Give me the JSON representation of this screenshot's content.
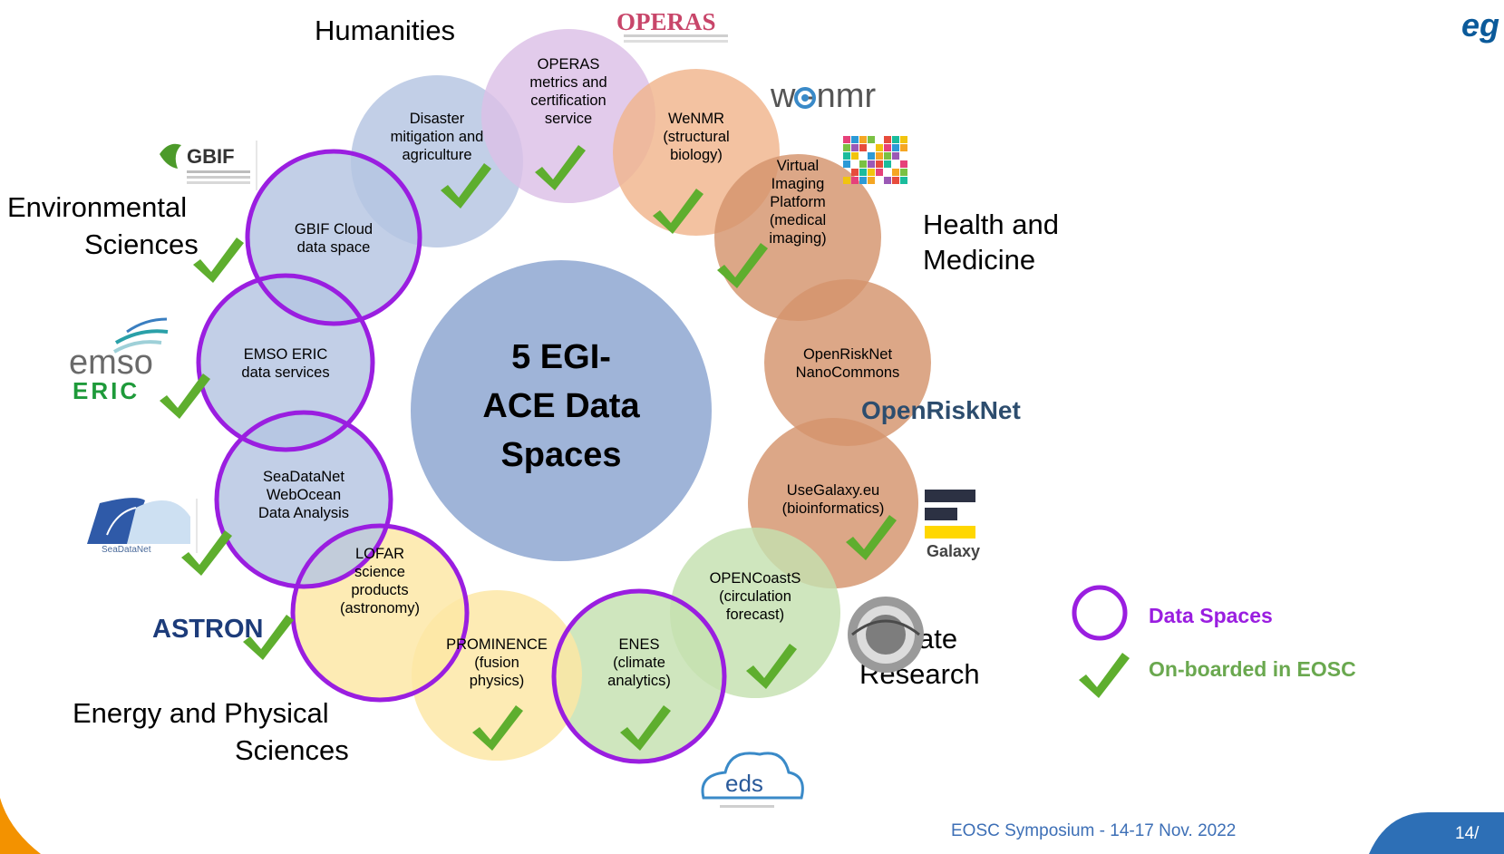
{
  "center": {
    "lines": [
      "5 EGI-",
      "ACE Data",
      "Spaces"
    ]
  },
  "services": [
    {
      "id": "disaster",
      "lines": [
        "Disaster",
        "mitigation and",
        "agriculture"
      ],
      "color": "#b4c4e2",
      "data_space": false
    },
    {
      "id": "operas",
      "lines": [
        "OPERAS",
        "metrics and",
        "certification",
        "service"
      ],
      "color": "#dcc0e6",
      "data_space": false
    },
    {
      "id": "wenmr",
      "lines": [
        "WeNMR",
        "(structural",
        "biology)"
      ],
      "color": "#f0b48c",
      "data_space": false
    },
    {
      "id": "vip",
      "lines": [
        "Virtual",
        "Imaging",
        "Platform",
        "(medical",
        "imaging)"
      ],
      "color": "#d4946c",
      "data_space": false
    },
    {
      "id": "openrisknet",
      "lines": [
        "OpenRiskNet",
        "NanoCommons"
      ],
      "color": "#d4946c",
      "data_space": false
    },
    {
      "id": "usegalaxy",
      "lines": [
        "UseGalaxy.eu",
        "(bioinformatics)"
      ],
      "color": "#d4946c",
      "data_space": false
    },
    {
      "id": "opencoasts",
      "lines": [
        "OPENCoastS",
        "(circulation",
        "forecast)"
      ],
      "color": "#c4e0b0",
      "data_space": false
    },
    {
      "id": "enes",
      "lines": [
        "ENES",
        "(climate",
        "analytics)"
      ],
      "color": "#c4e0b0",
      "data_space": true
    },
    {
      "id": "prominence",
      "lines": [
        "PROMINENCE",
        "(fusion",
        "physics)"
      ],
      "color": "#fde6a4",
      "data_space": false
    },
    {
      "id": "lofar",
      "lines": [
        "LOFAR",
        "science",
        "products",
        "(astronomy)"
      ],
      "color": "#fde6a4",
      "data_space": true
    },
    {
      "id": "seadatanet",
      "lines": [
        "SeaDataNet",
        "WebOcean",
        "Data Analysis"
      ],
      "color": "#b4c4e2",
      "data_space": true
    },
    {
      "id": "emso",
      "lines": [
        "EMSO ERIC",
        "data services"
      ],
      "color": "#b4c4e2",
      "data_space": true
    },
    {
      "id": "gbif",
      "lines": [
        "GBIF Cloud",
        "data space"
      ],
      "color": "#b4c4e2",
      "data_space": true
    }
  ],
  "domains": [
    {
      "id": "humanities",
      "lines": [
        "Humanities"
      ]
    },
    {
      "id": "environmental",
      "lines": [
        "Environmental",
        "Sciences"
      ]
    },
    {
      "id": "health",
      "lines": [
        "Health and",
        "Medicine"
      ]
    },
    {
      "id": "climate",
      "lines": [
        "Climate",
        "Research"
      ]
    },
    {
      "id": "energy",
      "lines": [
        "Energy and Physical",
        "Sciences"
      ]
    }
  ],
  "logos": {
    "operas": "OPERAS",
    "wenmr": "w -nmr",
    "gbif": "GBIF",
    "emso_top": "emso",
    "emso_bottom": "ERIC",
    "openrisknet": "OpenRiskNet",
    "galaxy": "Galaxy",
    "seadatanet": "SeaDataNet",
    "astron": "ASTRON",
    "eds": "eds",
    "egi": "eg"
  },
  "legend": {
    "data_spaces": "Data Spaces",
    "onboarded": "On-boarded in EOSC"
  },
  "footer": {
    "event": "EOSC Symposium - 14-17 Nov. 2022",
    "page": "14/"
  },
  "colors": {
    "data_space_ring": "#9a1ee0",
    "check": "#5eae2e",
    "legend_check_text": "#6aa84f",
    "legend_ds_text": "#9a1ee0",
    "footer_text": "#3d6fb6",
    "footer_badge": "#2d6fb6",
    "center_fill": "#9fb4d8",
    "corner_orange": "#f39200"
  }
}
